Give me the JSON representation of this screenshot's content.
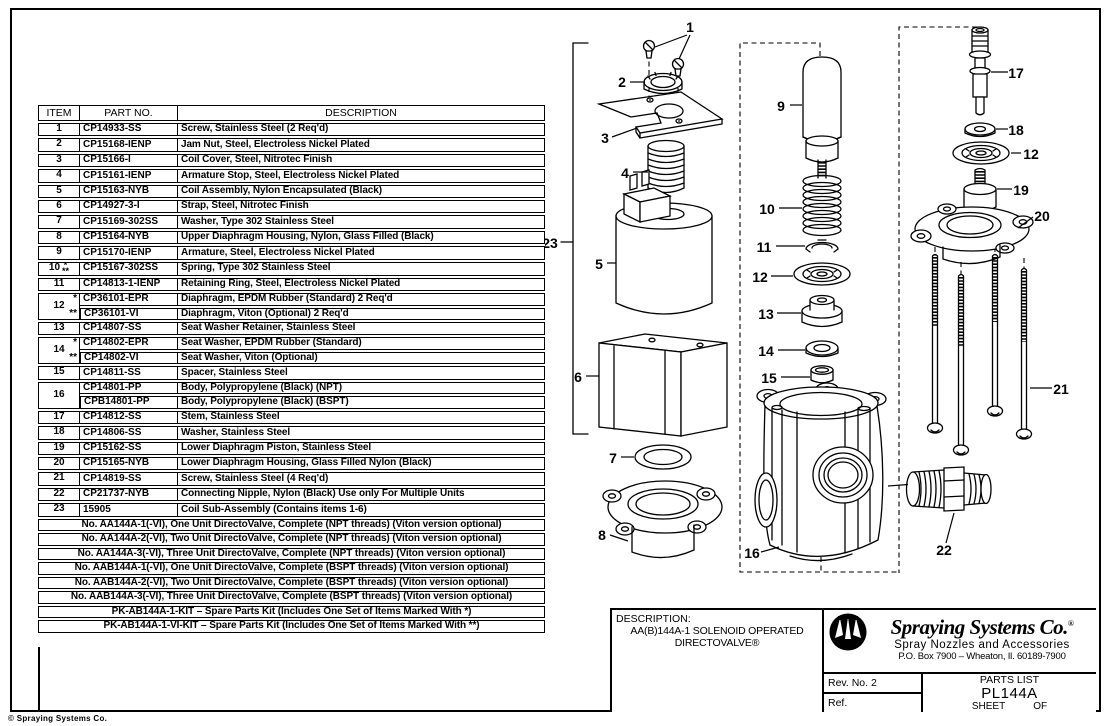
{
  "page": {
    "copyright": "© Spraying Systems Co."
  },
  "parts_table": {
    "headers": [
      "ITEM",
      "PART NO.",
      "DESCRIPTION"
    ],
    "groups": [
      {
        "item": "1",
        "rows": [
          [
            "CP14933-SS",
            "Screw, Stainless Steel (2 Req'd)"
          ]
        ]
      },
      {
        "item": "2",
        "rows": [
          [
            "CP15168-IENP",
            "Jam Nut, Steel, Electroless Nickel Plated"
          ]
        ]
      },
      {
        "item": "3",
        "rows": [
          [
            "CP15166-I",
            "Coil Cover, Steel, Nitrotec Finish"
          ]
        ]
      },
      {
        "item": "4",
        "rows": [
          [
            "CP15161-IENP",
            "Armature Stop, Steel, Electroless Nickel Plated"
          ]
        ]
      },
      {
        "item": "5",
        "rows": [
          [
            "CP15163-NYB",
            "Coil Assembly, Nylon Encapsulated (Black)"
          ]
        ]
      },
      {
        "item": "6",
        "rows": [
          [
            "CP14927-3-I",
            "Strap, Steel, Nitrotec Finish"
          ]
        ]
      },
      {
        "item": "7",
        "rows": [
          [
            "CP15169-302SS",
            "Washer, Type 302 Stainless Steel"
          ]
        ]
      },
      {
        "item": "8",
        "rows": [
          [
            "CP15164-NYB",
            "Upper Diaphragm Housing, Nylon, Glass Filled (Black)"
          ]
        ]
      },
      {
        "item": "9",
        "rows": [
          [
            "CP15170-IENP",
            "Armature, Steel, Electroless Nickel Plated"
          ]
        ]
      },
      {
        "item": "10",
        "marks": [
          "*",
          "**"
        ],
        "stacked": true,
        "rows": [
          [
            "CP15167-302SS",
            "Spring, Type 302 Stainless Steel"
          ]
        ]
      },
      {
        "item": "11",
        "rows": [
          [
            "CP14813-1-IENP",
            "Retaining Ring, Steel, Electroless Nickel Plated"
          ]
        ]
      },
      {
        "item": "12",
        "marks": [
          "*",
          "**"
        ],
        "rows": [
          [
            "CP36101-EPR",
            "Diaphragm, EPDM Rubber (Standard) 2 Req'd"
          ],
          [
            "CP36101-VI",
            "Diaphragm, Viton (Optional) 2 Req'd"
          ]
        ]
      },
      {
        "item": "13",
        "rows": [
          [
            "CP14807-SS",
            "Seat Washer Retainer, Stainless Steel"
          ]
        ]
      },
      {
        "item": "14",
        "marks": [
          "*",
          "**"
        ],
        "rows": [
          [
            "CP14802-EPR",
            "Seat Washer, EPDM Rubber (Standard)"
          ],
          [
            "CP14802-VI",
            "Seat Washer, Viton (Optional)"
          ]
        ]
      },
      {
        "item": "15",
        "rows": [
          [
            "CP14811-SS",
            "Spacer, Stainless Steel"
          ]
        ]
      },
      {
        "item": "16",
        "rows": [
          [
            "CP14801-PP",
            "Body, Polypropylene (Black) (NPT)"
          ],
          [
            "CPB14801-PP",
            "Body, Polypropylene (Black) (BSPT)"
          ]
        ]
      },
      {
        "item": "17",
        "rows": [
          [
            "CP14812-SS",
            "Stem, Stainless Steel"
          ]
        ]
      },
      {
        "item": "18",
        "rows": [
          [
            "CP14806-SS",
            "Washer, Stainless Steel"
          ]
        ]
      },
      {
        "item": "19",
        "rows": [
          [
            "CP15162-SS",
            "Lower Diaphragm Piston, Stainless Steel"
          ]
        ]
      },
      {
        "item": "20",
        "rows": [
          [
            "CP15165-NYB",
            "Lower Diaphragm Housing, Glass Filled Nylon (Black)"
          ]
        ]
      },
      {
        "item": "21",
        "rows": [
          [
            "CP14819-SS",
            "Screw, Stainless Steel (4 Req'd)"
          ]
        ]
      },
      {
        "item": "22",
        "rows": [
          [
            "CP21737-NYB",
            "Connecting Nipple, Nylon (Black) Use only For Multiple Units"
          ]
        ]
      },
      {
        "item": "23",
        "rows": [
          [
            "15905",
            "Coil Sub-Assembly (Contains items 1-6)"
          ]
        ]
      }
    ],
    "footer_rows": [
      "No. AA144A-1(-VI), One Unit DirectoValve, Complete (NPT threads) (Viton version optional)",
      "No. AA144A-2(-VI), Two Unit DirectoValve, Complete (NPT threads) (Viton version optional)",
      "No. AA144A-3(-VI), Three Unit DirectoValve, Complete (NPT threads) (Viton version optional)",
      "No. AAB144A-1(-VI), One Unit DirectoValve, Complete (BSPT threads) (Viton version optional)",
      "No. AAB144A-2(-VI), Two Unit DirectoValve, Complete (BSPT threads) (Viton version optional)",
      "No. AAB144A-3(-VI), Three Unit DirectoValve, Complete (BSPT threads) (Viton version optional)",
      "PK-AB144A-1-KIT – Spare Parts Kit (Includes One Set of Items Marked With *)",
      "PK-AB144A-1-VI-KIT – Spare Parts Kit (Includes One Set of Items Marked With **)"
    ]
  },
  "diagram": {
    "callouts": {
      "c1": "1",
      "c2": "2",
      "c3": "3",
      "c4": "4",
      "c5": "5",
      "c6": "6",
      "c7": "7",
      "c8": "8",
      "c9": "9",
      "c10": "10",
      "c11": "11",
      "c12": "12",
      "c12b": "12",
      "c13": "13",
      "c14": "14",
      "c15": "15",
      "c16": "16",
      "c17": "17",
      "c18": "18",
      "c19": "19",
      "c20": "20",
      "c21": "21",
      "c22": "22",
      "c23": "23"
    }
  },
  "title_block": {
    "description_label": "DESCRIPTION:",
    "description_line1": "AA(B)144A-1 SOLENOID OPERATED",
    "description_line2": "DIRECTOVALVE®",
    "company": "Spraying Systems Co.",
    "registered_mark": "®",
    "tagline": "Spray Nozzles and Accessories",
    "address": "P.O. Box 7900 – Wheaton, Il. 60189-7900",
    "rev_label": "Rev. No. 2",
    "ref_label": "Ref.",
    "parts_list_label": "PARTS LIST",
    "doc_number": "PL144A",
    "sheet_label": "SHEET",
    "of_label": "OF"
  }
}
